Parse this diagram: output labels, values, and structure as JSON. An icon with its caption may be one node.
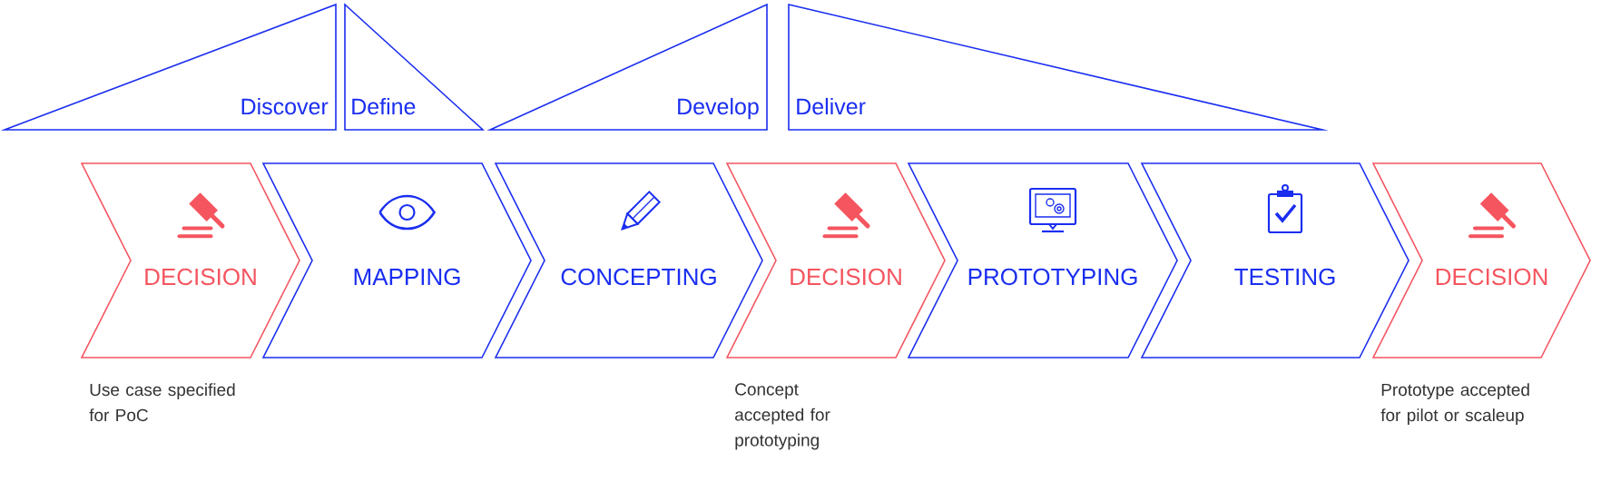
{
  "diagram": {
    "nodes": [
      {
        "text": [
          "Discover"
        ]
      },
      {
        "text": [
          "Define"
        ]
      },
      {
        "text": [
          "Develop"
        ]
      },
      {
        "text": [
          "Deliver"
        ]
      },
      {
        "text": [
          "DECISION"
        ],
        "beside": [
          "Use case specified for PoC"
        ]
      },
      {
        "text": [
          "MAPPING"
        ]
      },
      {
        "text": [
          "CONCEPTING"
        ]
      },
      {
        "text": [
          "DECISION"
        ],
        "beside": [
          "Concept accepted for prototyping"
        ]
      },
      {
        "text": [
          "PROTOTYPING"
        ]
      },
      {
        "text": [
          "TESTING"
        ]
      },
      {
        "text": [
          "DECISION"
        ],
        "beside": [
          "Prototype accepted for pilot or scaleup"
        ]
      }
    ],
    "edges": []
  }
}
